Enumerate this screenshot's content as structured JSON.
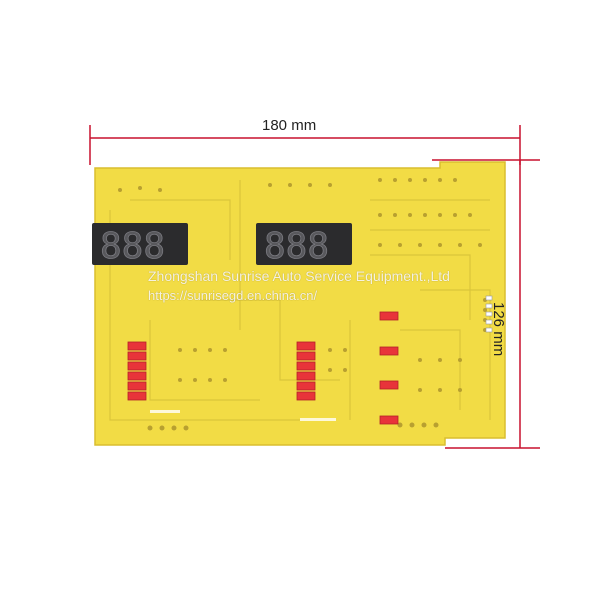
{
  "dimensions": {
    "width_label": "180 mm",
    "height_label": "126 mm"
  },
  "watermark": {
    "line1": "Zhongshan Sunrise Auto Service Equipment.,Ltd",
    "line2": "https://sunrisegd.en.china.cn/"
  },
  "displays": {
    "left_digits": "888",
    "right_digits": "888"
  },
  "colors": {
    "board": "#f2dc45",
    "board_edge": "#e3c83a",
    "dimension_line": "#c8102e",
    "led_red": "#e8343a",
    "display_body": "#2b2b2d"
  }
}
